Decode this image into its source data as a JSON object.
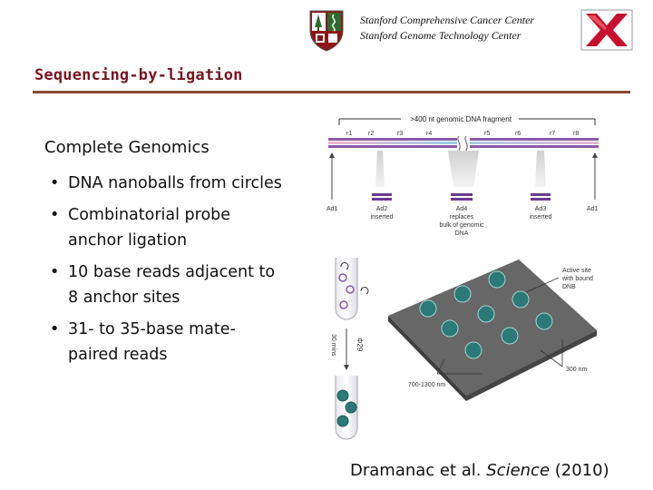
{
  "header": {
    "line1": "Stanford Comprehensive Cancer Center",
    "line2": "Stanford Genome Technology Center"
  },
  "slide": {
    "title": "Sequencing-by-ligation",
    "subtitle": "Complete Genomics",
    "bullets": [
      {
        "line1": "DNA nanoballs from circles",
        "line2": ""
      },
      {
        "line1": "Combinatorial probe",
        "line2": "anchor ligation"
      },
      {
        "line1": "10 base reads adjacent to",
        "line2": "8 anchor sites"
      },
      {
        "line1": "31- to 35-base mate-",
        "line2": "paired reads"
      }
    ],
    "bullet_symbol": "•",
    "citation": {
      "prefix": "Dramanac et al. ",
      "journal": "Science",
      "suffix": " (2010)"
    }
  },
  "figure": {
    "fragment_label": ">400 nt genomic DNA fragment",
    "regions": [
      "r1",
      "r2",
      "r3",
      "r4",
      "r5",
      "r6",
      "r7",
      "r8"
    ],
    "adapters": {
      "ad1_left": "Ad1",
      "ad1_right": "Ad1",
      "ad2_line1": "Ad2",
      "ad2_line2": "inserted",
      "ad4_line1": "Ad4",
      "ad4_line2": "replaces",
      "ad4_line3": "bulk of genomic",
      "ad4_line4": "DNA",
      "ad3_line1": "Ad3",
      "ad3_line2": "inserted"
    },
    "array": {
      "active_site_line1": "Active site",
      "active_site_line2": "with bound",
      "active_site_line3": "DNB",
      "spacing_label": "300 nm",
      "size_label": "700-1300 nm"
    },
    "tube": {
      "time_label": "30 mins",
      "amplification_label": "Φ29"
    },
    "colors": {
      "strand_left": "#f2b2c8",
      "strand_mid": "#9ecfe4",
      "adapter": "#6a3a8c",
      "nanoball": "#2b7a78",
      "array_surface": "#707070"
    }
  },
  "logos": {
    "stanford": "stanford-shield-icon",
    "sgtc": "sgtc-x-logo-icon"
  }
}
